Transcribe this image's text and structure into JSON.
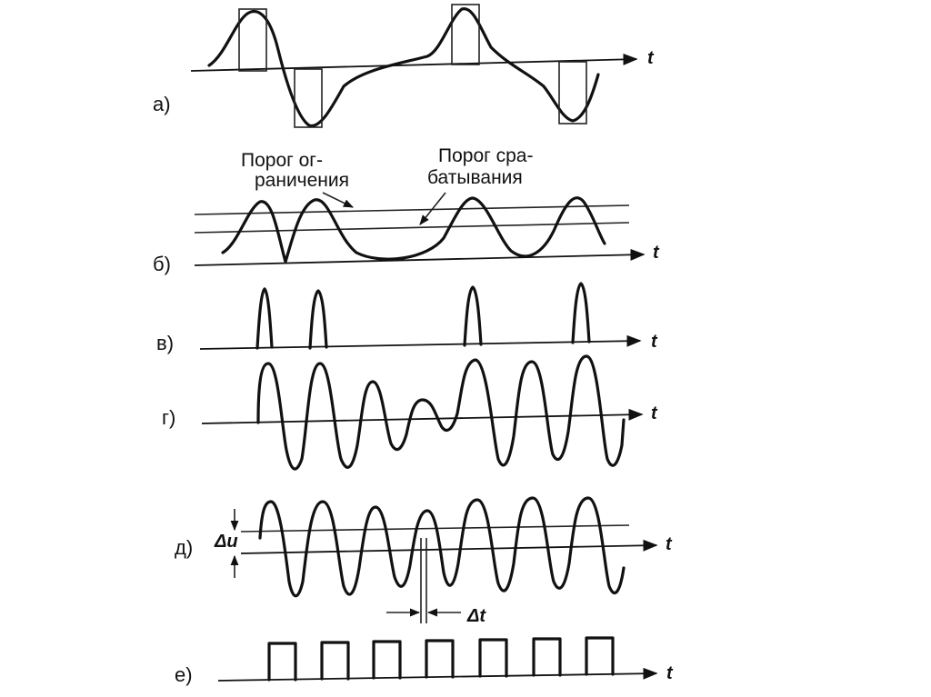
{
  "panels": {
    "a": {
      "label": "а)",
      "axis": "t"
    },
    "b": {
      "label": "б)",
      "axis": "t"
    },
    "v": {
      "label": "в)",
      "axis": "t"
    },
    "g": {
      "label": "г)",
      "axis": "t"
    },
    "d": {
      "label": "д)",
      "axis": "t"
    },
    "e": {
      "label": "е)",
      "axis": "t"
    }
  },
  "annotations": {
    "limit_threshold": [
      "Порог ог-",
      "раничения"
    ],
    "trigger_threshold": [
      "Порог сра-",
      "батывания"
    ],
    "delta_u": "Δu",
    "delta_t": "Δt"
  },
  "colors": {
    "ink": "#111111",
    "paper": "#ffffff"
  }
}
